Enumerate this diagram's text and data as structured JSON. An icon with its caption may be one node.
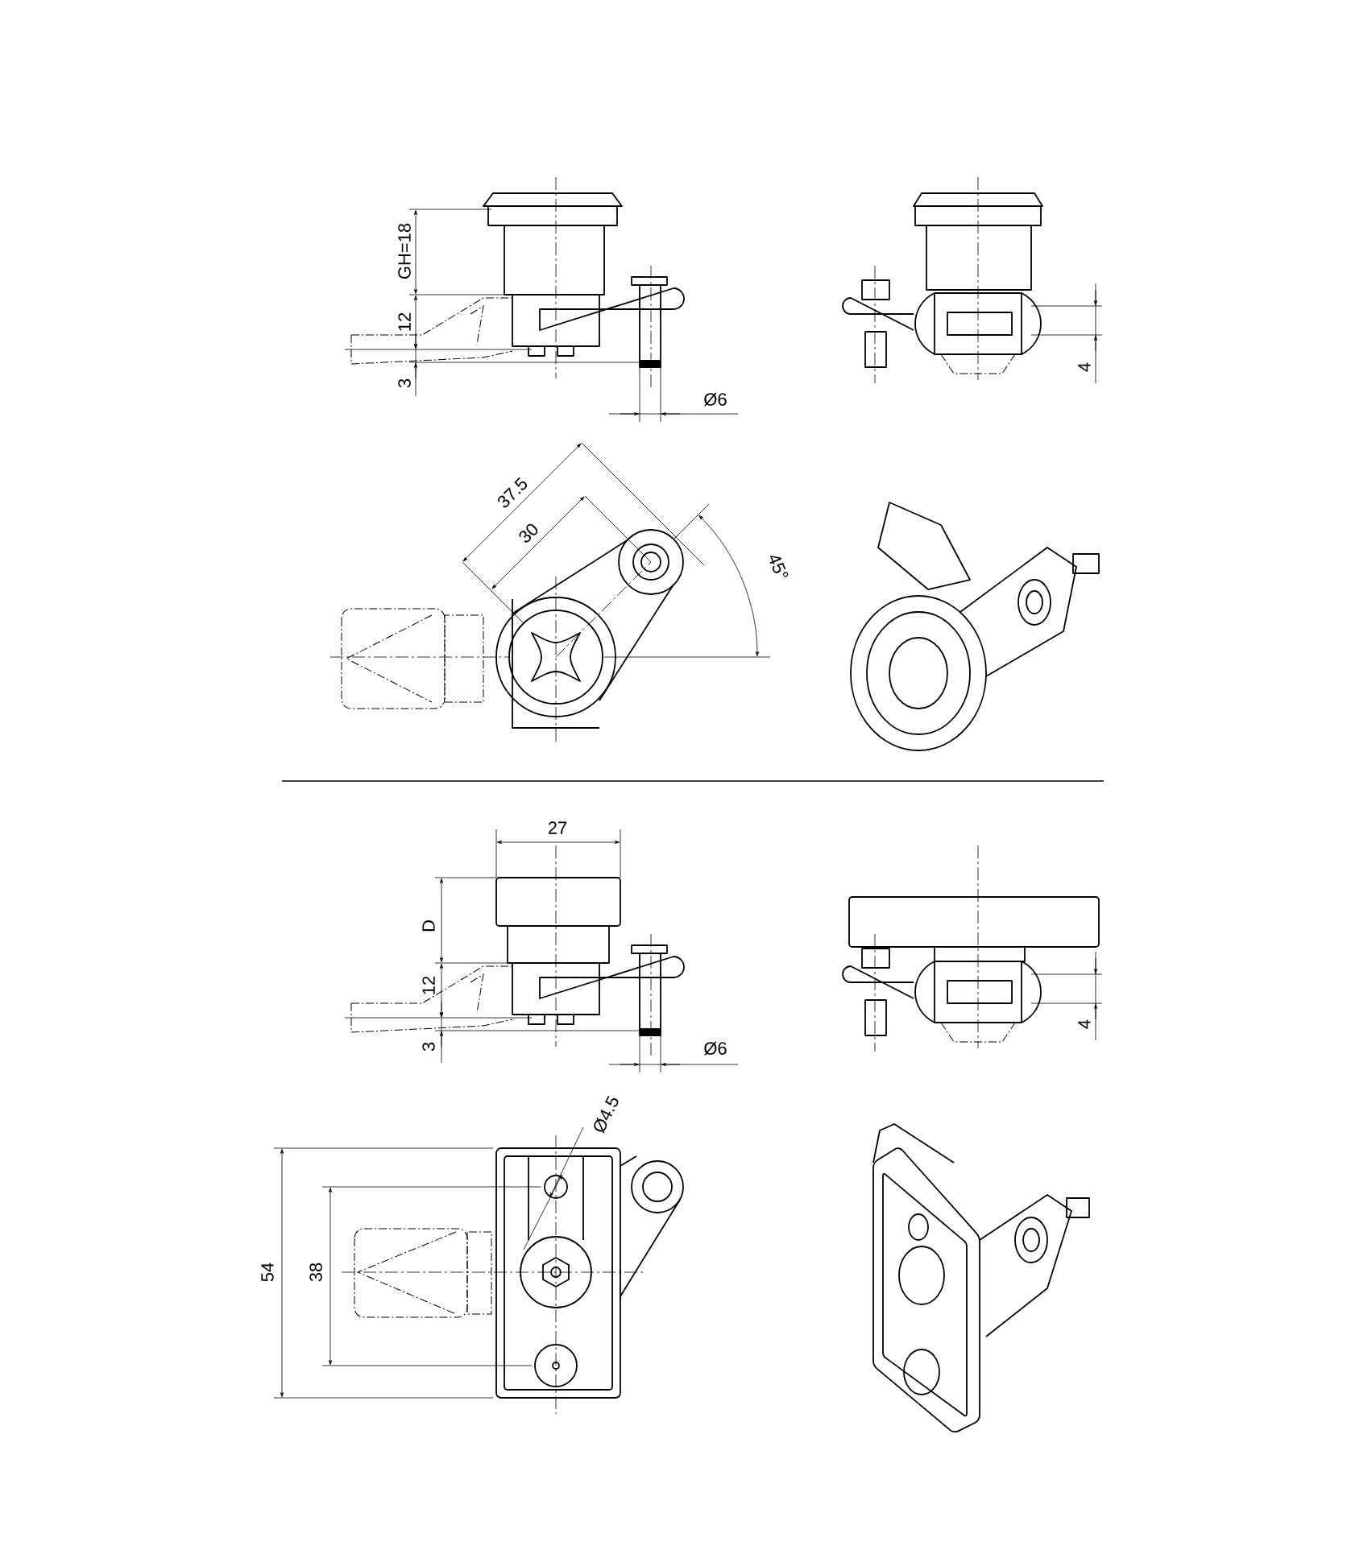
{
  "diagram": {
    "labels": [
      "GH=18",
      "12",
      "3",
      "Ø6",
      "4",
      "37.5",
      "30",
      "45°",
      "27",
      "D",
      "12",
      "3",
      "Ø6",
      "4",
      "Ø4.5",
      "54",
      "38"
    ]
  }
}
